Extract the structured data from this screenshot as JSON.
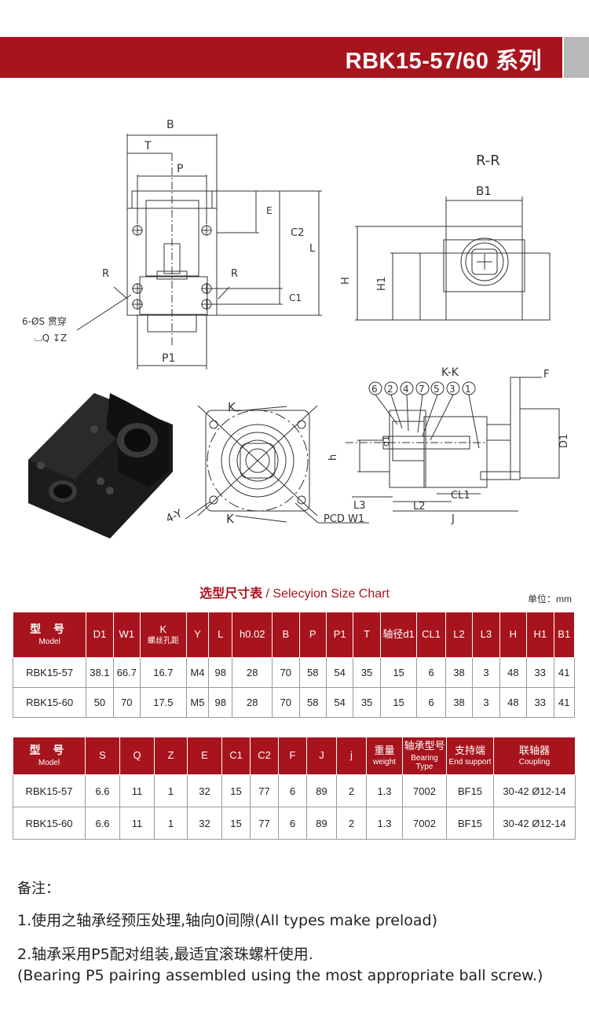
{
  "header": {
    "title": "RBK15-57/60 系列"
  },
  "drawing": {
    "front_labels": {
      "B": "B",
      "T": "T",
      "P": "P",
      "E": "E",
      "C2": "C2",
      "L": "L",
      "R_left": "R",
      "R_right": "R",
      "C1": "C1",
      "P1": "P1",
      "holes": "6-ØS  贯穿",
      "hole_depth": "⌴Q ↧Z"
    },
    "section_labels": {
      "title": "R-R",
      "B1": "B1",
      "H": "H",
      "H1": "H1"
    },
    "bottom_view_labels": {
      "K_top": "K",
      "K_bottom": "K",
      "four_y": "4-Y",
      "pcd": "PCD W1"
    },
    "kk_labels": {
      "title": "K-K",
      "F": "F",
      "D1": "D1",
      "d1": "d1",
      "h": "h",
      "L3": "L3",
      "L2": "L2",
      "CL1": "CL1",
      "J": "J",
      "callouts": [
        "6",
        "2",
        "4",
        "7",
        "5",
        "3",
        "1"
      ]
    }
  },
  "size_chart": {
    "title_cn": "选型尺寸表",
    "title_en": " / Selecyion Size Chart",
    "unit": "单位：mm"
  },
  "table1": {
    "model_header": {
      "zh": "型 号",
      "en": "Model"
    },
    "headers": [
      {
        "zh": "D1"
      },
      {
        "zh": "W1"
      },
      {
        "zh": "K",
        "en": "螺丝孔距"
      },
      {
        "zh": "Y"
      },
      {
        "zh": "L"
      },
      {
        "zh": "h0.02"
      },
      {
        "zh": "B"
      },
      {
        "zh": "P"
      },
      {
        "zh": "P1"
      },
      {
        "zh": "T"
      },
      {
        "zh": "轴径d1"
      },
      {
        "zh": "CL1"
      },
      {
        "zh": "L2"
      },
      {
        "zh": "L3"
      },
      {
        "zh": "H"
      },
      {
        "zh": "H1"
      },
      {
        "zh": "B1"
      }
    ],
    "rows": [
      [
        "RBK15-57",
        "38.1",
        "66.7",
        "16.7",
        "M4",
        "98",
        "28",
        "70",
        "58",
        "54",
        "35",
        "15",
        "6",
        "38",
        "3",
        "48",
        "33",
        "41"
      ],
      [
        "RBK15-60",
        "50",
        "70",
        "17.5",
        "M5",
        "98",
        "28",
        "70",
        "58",
        "54",
        "35",
        "15",
        "6",
        "38",
        "3",
        "48",
        "33",
        "41"
      ]
    ]
  },
  "table2": {
    "model_header": {
      "zh": "型 号",
      "en": "Model"
    },
    "headers": [
      {
        "zh": "S"
      },
      {
        "zh": "Q"
      },
      {
        "zh": "Z"
      },
      {
        "zh": "E"
      },
      {
        "zh": "C1"
      },
      {
        "zh": "C2"
      },
      {
        "zh": "F"
      },
      {
        "zh": "J"
      },
      {
        "zh": "j"
      },
      {
        "zh": "重量",
        "en": "weight"
      },
      {
        "zh": "轴承型号",
        "en": "Bearing Type"
      },
      {
        "zh": "支持端",
        "en": "End support"
      },
      {
        "zh": "联轴器",
        "en": "Coupling"
      }
    ],
    "rows": [
      [
        "RBK15-57",
        "6.6",
        "11",
        "1",
        "32",
        "15",
        "77",
        "6",
        "89",
        "2",
        "1.3",
        "7002",
        "BF15",
        "30-42 Ø12-14"
      ],
      [
        "RBK15-60",
        "6.6",
        "11",
        "1",
        "32",
        "15",
        "77",
        "6",
        "89",
        "2",
        "1.3",
        "7002",
        "BF15",
        "30-42 Ø12-14"
      ]
    ]
  },
  "notes": {
    "heading": "备注：",
    "items": [
      "1.使用之轴承经预压处理,轴向0间隙(All types make preload)",
      "2.轴承采用P5配对组装,最适宜滚珠螺杆使用.",
      "(Bearing P5 pairing assembled using the most appropriate ball screw.)"
    ]
  },
  "colors": {
    "brand_red": "#a8141d",
    "accent_gray": "#b8b8b8"
  }
}
